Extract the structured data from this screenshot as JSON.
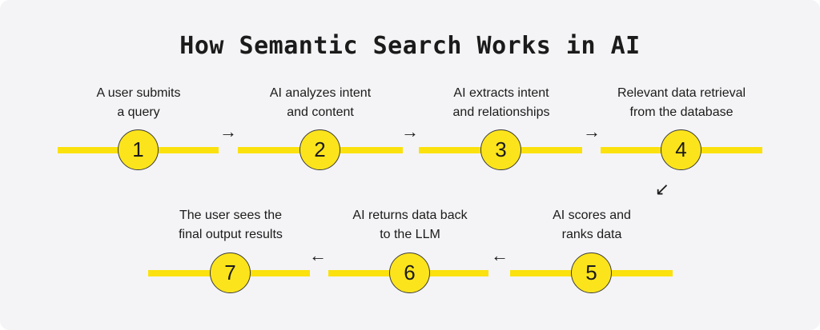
{
  "title": "How Semantic Search Works in AI",
  "colors": {
    "background": "#F4F4F6",
    "line_yellow": "#FBE10D",
    "circle_yellow": "#FCE41C",
    "circle_border": "#3A3A3A",
    "text": "#1B1B1B"
  },
  "steps": [
    {
      "number": "1",
      "line1": "A user submits",
      "line2": "a query"
    },
    {
      "number": "2",
      "line1": "AI analyzes intent",
      "line2": "and content"
    },
    {
      "number": "3",
      "line1": "AI extracts intent",
      "line2": "and relationships"
    },
    {
      "number": "4",
      "line1": "Relevant data retrieval",
      "line2": "from the database"
    },
    {
      "number": "5",
      "line1": "AI scores and",
      "line2": "ranks data"
    },
    {
      "number": "6",
      "line1": "AI returns data back",
      "line2": "to the LLM"
    },
    {
      "number": "7",
      "line1": "The user sees the",
      "line2": "final output results"
    }
  ],
  "arrows": {
    "right": "→",
    "left": "←",
    "down_left": "↙"
  }
}
